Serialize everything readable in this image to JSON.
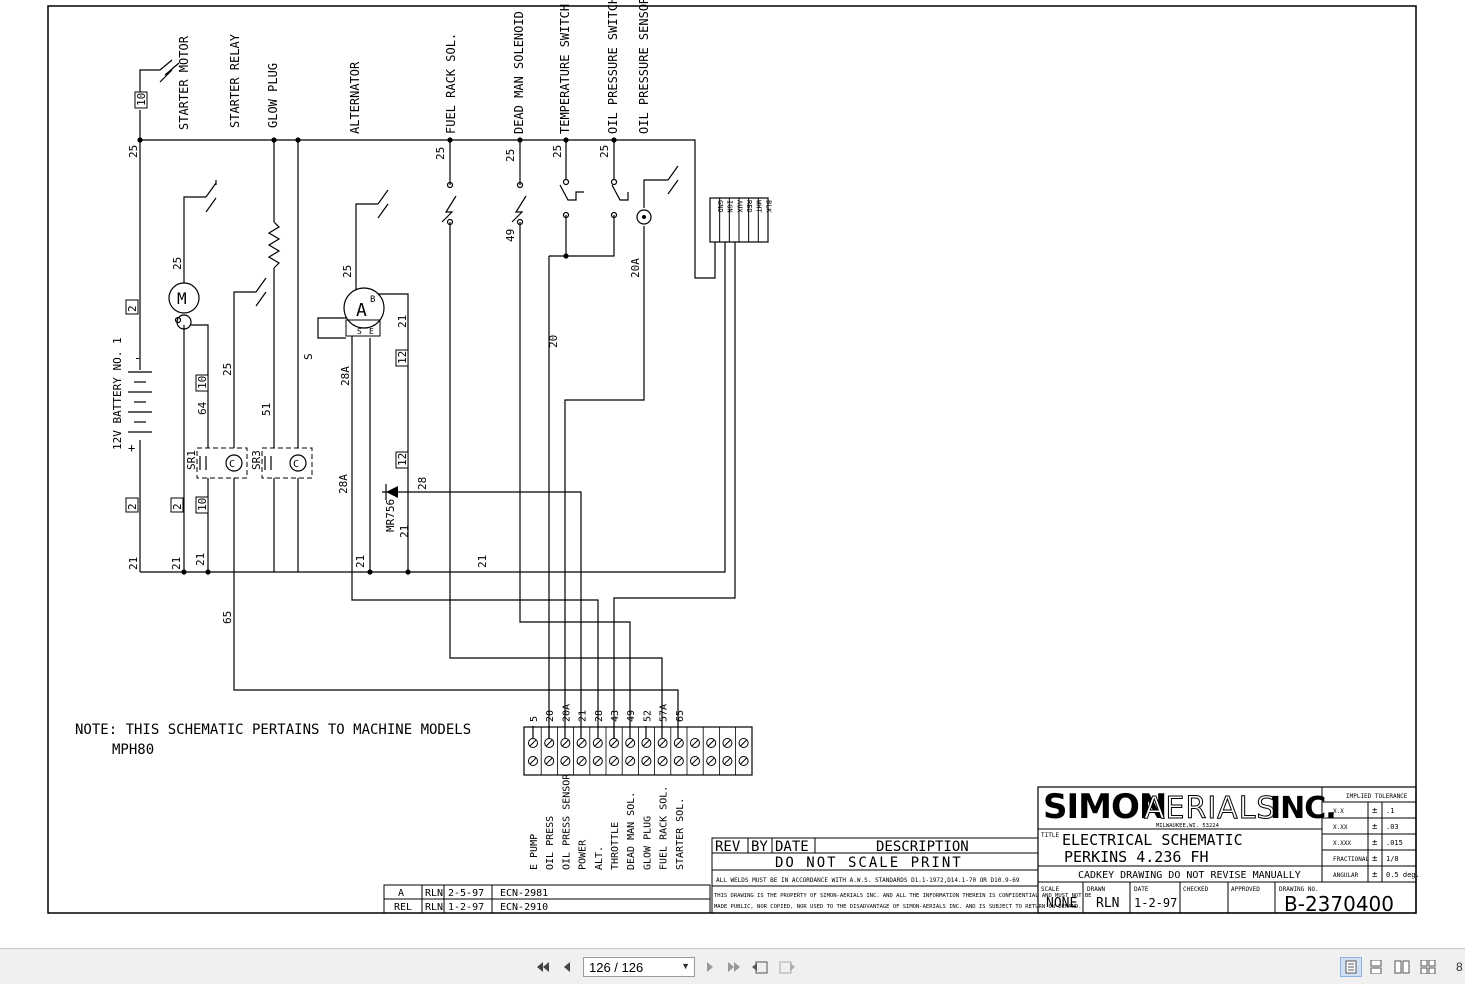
{
  "components": {
    "starter_motor": "STARTER MOTOR",
    "starter_relay": "STARTER RELAY",
    "glow_plug": "GLOW PLUG",
    "alternator": "ALTERNATOR",
    "fuel_rack_sol": "FUEL RACK SOL.",
    "dead_man_solenoid": "DEAD MAN SOLENOID",
    "temperature_switch": "TEMPERATURE SWITCH",
    "oil_pressure_switch": "OIL PRESSURE SWITCH",
    "oil_pressure_sensor": "OIL PRESSURE SENSOR",
    "battery": "12V BATTERY NO. 1",
    "sr1": "SR1",
    "sr3": "SR3",
    "diode": "MR756",
    "alt_a": "A",
    "alt_b": "B",
    "alt_s": "S",
    "alt_e": "E",
    "plus": "+",
    "minus": "-"
  },
  "connector_pins": [
    "GND",
    "IGN",
    "AUX",
    "RED",
    "WHT",
    "BLK"
  ],
  "wire_labels": {
    "w10": "10",
    "w25": "25",
    "w2": "2",
    "w21": "21",
    "w64": "64",
    "w51": "51",
    "w65": "65",
    "w28a": "28A",
    "w28": "28",
    "w12": "12",
    "w49": "49",
    "w20": "20",
    "w20a": "20A",
    "ws": "S"
  },
  "terminal_numbers": [
    "5",
    "20",
    "20A",
    "21",
    "28",
    "43",
    "49",
    "52",
    "57A",
    "65"
  ],
  "terminal_labels": [
    "E PUMP",
    "OIL PRESS",
    "OIL PRESS SENSOR",
    "POWER",
    "ALT.",
    "THROTTLE",
    "DEAD MAN SOL.",
    "GLOW PLUG",
    "FUEL RACK SOL.",
    "STARTER SOL."
  ],
  "note": {
    "line1": "NOTE: THIS SCHEMATIC PERTAINS TO MACHINE MODELS",
    "line2": "MPH80"
  },
  "revisions": [
    {
      "rev": "A",
      "by": "RLN",
      "date": "2-5-97",
      "desc": "ECN-2981"
    },
    {
      "rev": "REL",
      "by": "RLN",
      "date": "1-2-97",
      "desc": "ECN-2910"
    }
  ],
  "rev_header": {
    "rev": "REV",
    "by": "BY",
    "date": "DATE",
    "desc": "DESCRIPTION"
  },
  "do_not_scale": "DO NOT SCALE PRINT",
  "weld_note": "ALL WELDS MUST BE IN ACCORDANCE WITH A.W.S. STANDARDS D1.1-1972,D14.1-70 OR D10.9-69",
  "property_note_1": "THIS DRAWING IS THE PROPERTY OF SIMON-AERIALS INC. AND ALL THE INFORMATION THEREIN IS CONFIDENTIAL AND MUST NOT BE",
  "property_note_2": "MADE PUBLIC, NOR COPIED, NOR USED TO THE DISADVANTAGE OF SIMON-AERIALS INC. AND IS SUBJECT TO RETURN ON DEMAND.",
  "title_block": {
    "company_bold": "SIMON",
    "company_outline": "AERIALS",
    "company_inc": "INC.",
    "company_city": "MILWAUKEE,WI. 53224",
    "title_label": "TITLE",
    "title_line1": "ELECTRICAL SCHEMATIC",
    "title_line2": "PERKINS 4.236 FH",
    "cadkey_note": "CADKEY DRAWING DO NOT REVISE MANUALLY",
    "scale_label": "SCALE",
    "scale_value": "NONE",
    "drawn_label": "DRAWN",
    "drawn_value": "RLN",
    "date_label": "DATE",
    "date_value": "1-2-97",
    "checked_label": "CHECKED",
    "approved_label": "APPROVED",
    "drawing_no_label": "DRAWING NO.",
    "drawing_no_value": "B-2370400"
  },
  "tolerance": {
    "header": "IMPLIED TOLERANCE",
    "rows": [
      {
        "label": "X.X",
        "pm": "±",
        "val": ".1"
      },
      {
        "label": "X.XX",
        "pm": "±",
        "val": ".03"
      },
      {
        "label": "X.XXX",
        "pm": "±",
        "val": ".015"
      },
      {
        "label": "FRACTIONAL",
        "pm": "±",
        "val": "1/8"
      },
      {
        "label": "ANGULAR",
        "pm": "±",
        "val": "0.5 deg."
      }
    ]
  },
  "viewer": {
    "page_display": "126 / 126",
    "zoom_partial": "8"
  }
}
